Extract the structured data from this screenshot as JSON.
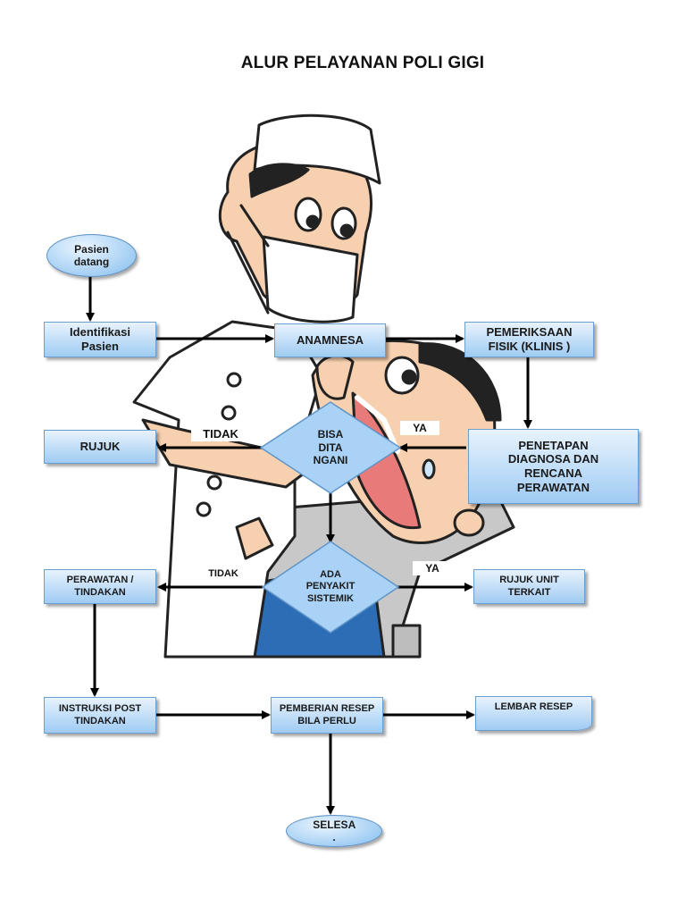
{
  "title": "ALUR PELAYANAN POLI GIGI",
  "colors": {
    "box_fill_top": "#e8f3fd",
    "box_fill_bottom": "#9fcbf3",
    "box_border": "#6a9fd0",
    "arrow": "#000000"
  },
  "nodes": {
    "start": "Pasien datang",
    "identifikasi": "Identifikasi Pasien",
    "anamnesa": "ANAMNESA",
    "pemeriksaan": "PEMERIKSAAN FISIK (KLINIS )",
    "penetapan": "PENETAPAN DIAGNOSA DAN RENCANA PERAWATAN",
    "rujuk": "RUJUK",
    "bisa": "BISA DITA NGANI",
    "ada": "ADA PENYAKIT SISTEMIK",
    "perawatan": "PERAWATAN / TINDAKAN",
    "rujuk_unit": "RUJUK UNIT TERKAIT",
    "instruksi": "INSTRUKSI POST TINDAKAN",
    "pemberian": "PEMBERIAN RESEP BILA PERLU",
    "lembar": "LEMBAR RESEP",
    "end": "SELESA ."
  },
  "edge_labels": {
    "bisa_tidak": "TIDAK",
    "bisa_ya": "YA",
    "ada_tidak": "TIDAK",
    "ada_ya": "YA"
  },
  "illustration": "dentist treating patient cartoon"
}
